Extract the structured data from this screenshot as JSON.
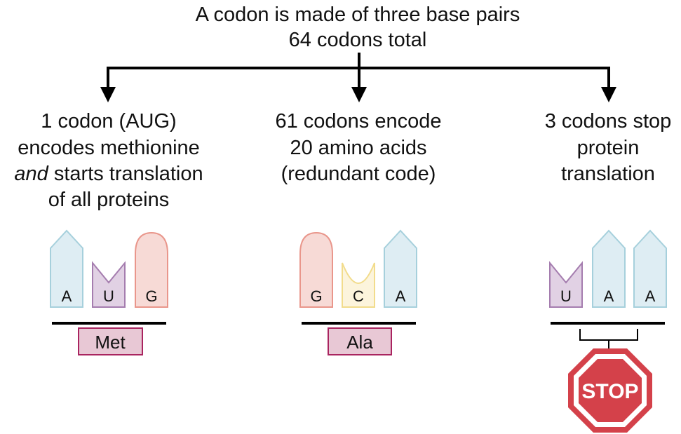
{
  "title": {
    "line1": "A codon is made of three base pairs",
    "line2": "64 codons total"
  },
  "left": {
    "lines": [
      "1 codon (AUG)",
      "encodes methionine",
      "and",
      " starts translation",
      "of all proteins"
    ],
    "bases": [
      "A",
      "U",
      "G"
    ],
    "amino_acid": "Met"
  },
  "middle": {
    "lines": [
      "61 codons encode",
      "20 amino acids",
      "(redundant code)"
    ],
    "bases": [
      "G",
      "C",
      "A"
    ],
    "amino_acid": "Ala"
  },
  "right": {
    "lines": [
      "3 codons stop",
      "protein",
      "translation"
    ],
    "bases": [
      "U",
      "A",
      "A"
    ],
    "stop_sign": "STOP"
  },
  "colors": {
    "adenine": "#deedf3",
    "uracil": "#e1d1e4",
    "guanine": "#f7dad6",
    "cytosine": "#fcf4dc",
    "amino_box": "#e8c8d5",
    "stop": "#d4414a"
  }
}
